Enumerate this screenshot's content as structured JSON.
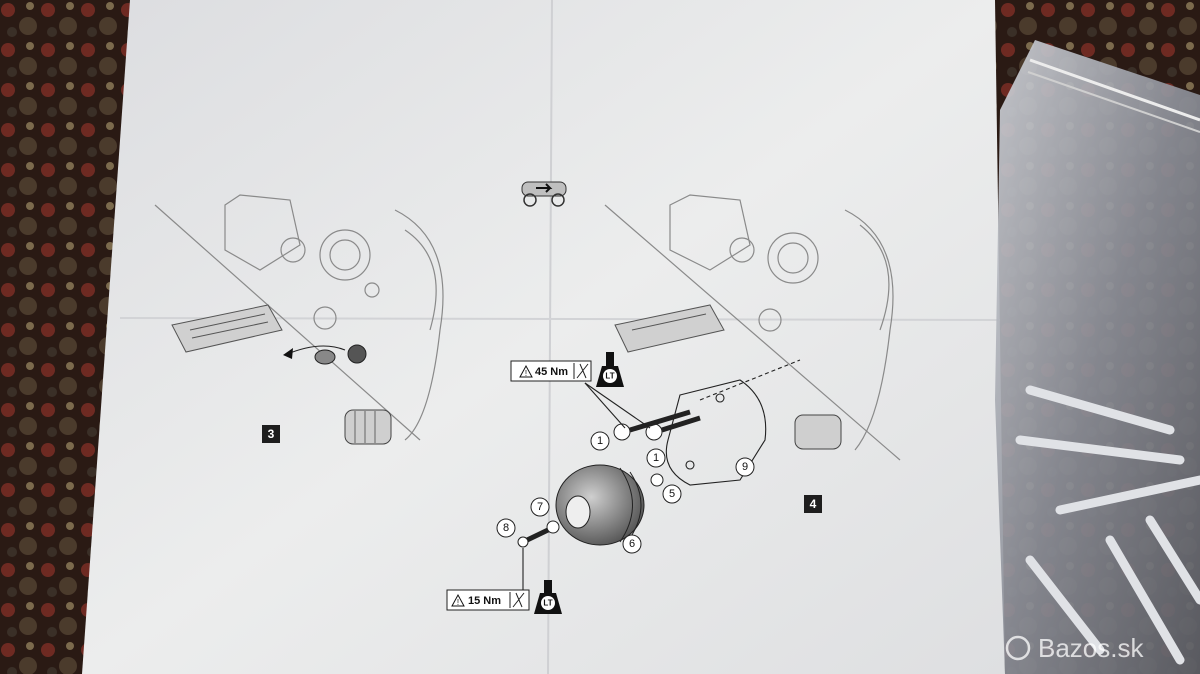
{
  "instruction_sheet": {
    "step_left": "3",
    "step_right": "4",
    "torque_top": {
      "value": "45 Nm",
      "lt_label": "LT"
    },
    "torque_bottom": {
      "value": "15 Nm",
      "lt_label": "LT"
    },
    "part_callouts": [
      "1",
      "1",
      "1",
      "5",
      "6",
      "7",
      "8",
      "9"
    ]
  },
  "watermark": {
    "text": "Bazos.sk"
  },
  "colors": {
    "paper": "#e9eaeb",
    "carpet_dark": "#2a1a14",
    "carpet_red": "#6e2a22",
    "bag": "#b9bcc4"
  }
}
